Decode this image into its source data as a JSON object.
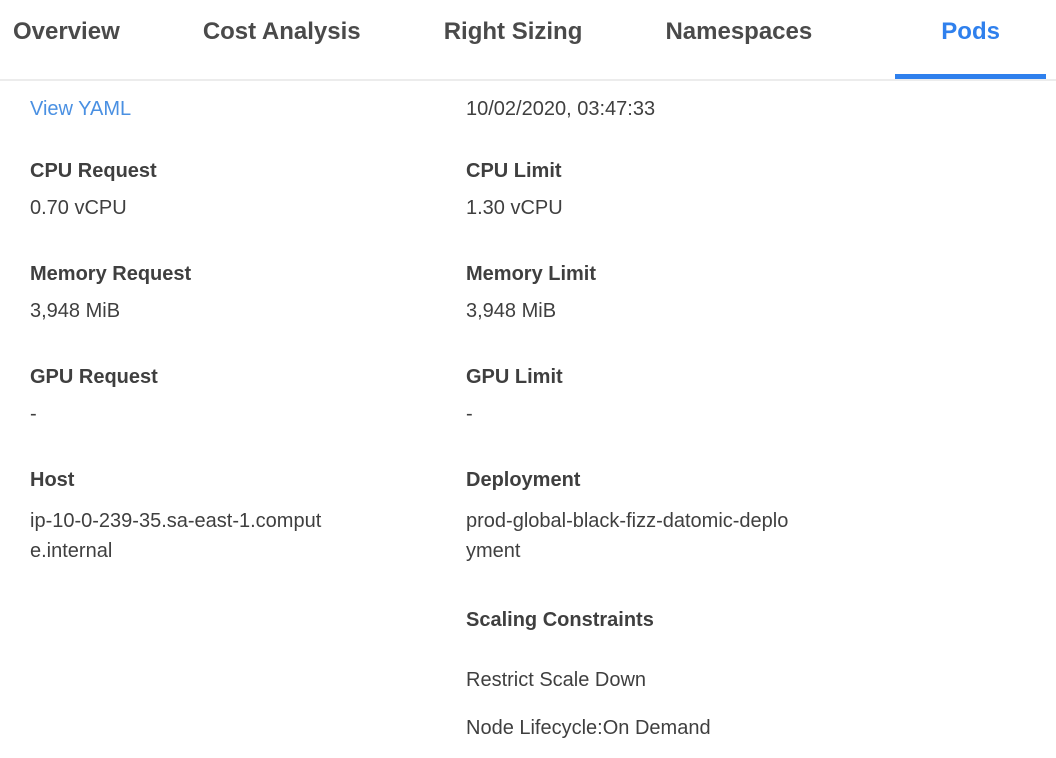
{
  "colors": {
    "accent_blue": "#2f80ed",
    "link_blue": "#4a90e2",
    "text_dark": "#3f3f3f",
    "tab_text": "#4a4a4a",
    "divider": "#ececec"
  },
  "tabs": [
    {
      "label": "Overview",
      "active": false
    },
    {
      "label": "Cost Analysis",
      "active": false
    },
    {
      "label": "Right Sizing",
      "active": false
    },
    {
      "label": "Namespaces",
      "active": false
    },
    {
      "label": "Pods",
      "active": true
    }
  ],
  "panel": {
    "view_yaml": "View YAML",
    "timestamp": "10/02/2020, 03:47:33",
    "left_fields": [
      {
        "label": "CPU Request",
        "value": "0.70 vCPU"
      },
      {
        "label": "Memory Request",
        "value": "3,948 MiB"
      },
      {
        "label": "GPU Request",
        "value": "-"
      },
      {
        "label": "Host",
        "value": "ip-10-0-239-35.sa-east-1.compute.internal"
      }
    ],
    "right_fields": [
      {
        "label": "CPU Limit",
        "value": "1.30 vCPU"
      },
      {
        "label": "Memory Limit",
        "value": "3,948 MiB"
      },
      {
        "label": "GPU Limit",
        "value": "-"
      },
      {
        "label": "Deployment",
        "value": "prod-global-black-fizz-datomic-deployment"
      }
    ],
    "scaling": {
      "heading": "Scaling Constraints",
      "items": [
        "Restrict Scale Down",
        "Node Lifecycle:On Demand"
      ]
    }
  }
}
